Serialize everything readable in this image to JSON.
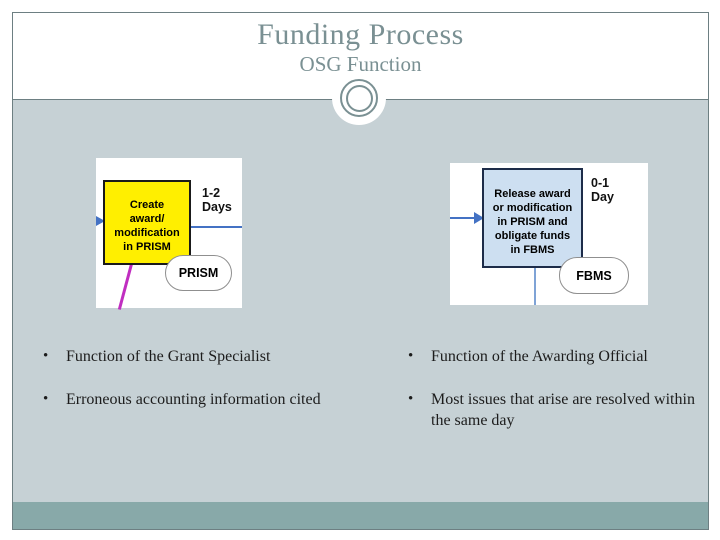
{
  "slide": {
    "title": "Funding Process",
    "subtitle": "OSG Function"
  },
  "figures": {
    "left": {
      "box_label": "Create\naward/\nmodification\nin PRISM",
      "duration": "1-2\nDays",
      "system_tag": "PRISM"
    },
    "right": {
      "box_label": "Release award\nor modification\nin PRISM and\nobligate funds\nin FBMS",
      "duration": "0-1\nDay",
      "system_tag": "FBMS"
    }
  },
  "bullets": {
    "marker": "•",
    "left": [
      "Function of the Grant Specialist",
      "Erroneous accounting information cited"
    ],
    "right": [
      "Function of the Awarding Official",
      "Most issues that arise are resolved within the same day"
    ]
  },
  "colors": {
    "body-bg": "#c6d1d5",
    "band": "#88a9a9",
    "frame-border": "#6d7f82",
    "title": "#7a9093",
    "text": "#1c1c1c",
    "flow-blue": "#4472c4",
    "flow-blue-light": "#7fa3d6",
    "yellow-box": "#ffef00",
    "yellow-box-border": "#1a1a1a",
    "blue-box": "#cddff1",
    "blue-box-border": "#1d2c49",
    "magenta": "#c02ec0",
    "stadium-border": "#8f8f8f",
    "figure-bg": "#ffffff"
  }
}
